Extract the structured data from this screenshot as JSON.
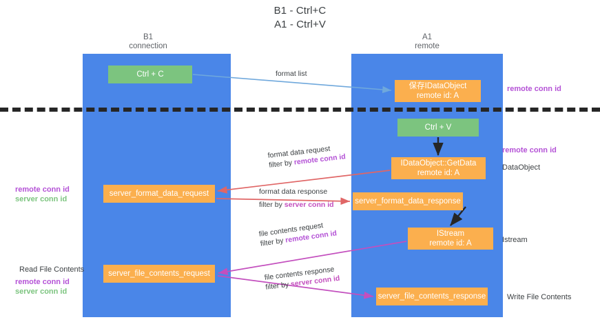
{
  "diagram": {
    "title_lines": [
      "B1 - Ctrl+C",
      "A1 - Ctrl+V"
    ],
    "columns": [
      {
        "id": "b1",
        "name": "B1",
        "role": "connection"
      },
      {
        "id": "a1",
        "name": "A1",
        "role": "remote"
      }
    ],
    "colors": {
      "lifeline_band": "#4a86e8",
      "node_green": "#7cc47f",
      "node_orange": "#fbaf4e",
      "remote_conn_id": "#b452d6",
      "server_conn_id": "#7cc47f",
      "arrow_format_list": "#6fa8dc",
      "arrow_format_data": "#e06666",
      "arrow_file_contents": "#c34fbe",
      "arrow_internal": "#262626",
      "divider": "#262626",
      "page_background": "#ffffff"
    },
    "nodes": [
      {
        "id": "ctrl_c",
        "column": "b1",
        "style": "green",
        "line1": "Ctrl + C",
        "line2": ""
      },
      {
        "id": "save_ido",
        "column": "a1",
        "style": "orange",
        "line1": "保存IDataObject",
        "line2": "remote id: A"
      },
      {
        "id": "ctrl_v",
        "column": "a1",
        "style": "green",
        "line1": "Ctrl + V",
        "line2": ""
      },
      {
        "id": "getdata",
        "column": "a1",
        "style": "orange",
        "line1": "IDataObject::GetData",
        "line2": "remote id: A"
      },
      {
        "id": "sfd_req",
        "column": "b1",
        "style": "orange",
        "line1": "server_format_data_request",
        "line2": ""
      },
      {
        "id": "sfd_res",
        "column": "a1",
        "style": "orange",
        "line1": "server_format_data_response",
        "line2": ""
      },
      {
        "id": "istream",
        "column": "a1",
        "style": "orange",
        "line1": "IStream",
        "line2": "remote id: A"
      },
      {
        "id": "sfc_req",
        "column": "b1",
        "style": "orange",
        "line1": "server_file_contents_request",
        "line2": ""
      },
      {
        "id": "sfc_res",
        "column": "a1",
        "style": "orange",
        "line1": "server_file_contents_response",
        "line2": ""
      }
    ],
    "edge_labels": [
      {
        "id": "format_list",
        "line1": "format list",
        "filter_prefix": "",
        "filter_key": "",
        "filter_key_kind": ""
      },
      {
        "id": "format_data_req",
        "line1": "format data request",
        "filter_prefix": "filter by ",
        "filter_key": "remote conn id",
        "filter_key_kind": "remote"
      },
      {
        "id": "format_data_res",
        "line1": "format data response",
        "filter_prefix": "filter by ",
        "filter_key": "server conn id",
        "filter_key_kind": "server"
      },
      {
        "id": "file_contents_req",
        "line1": "file contents request",
        "filter_prefix": "filter by ",
        "filter_key": "remote conn id",
        "filter_key_kind": "remote"
      },
      {
        "id": "file_contents_res",
        "line1": "file contents response",
        "filter_prefix": "filter by ",
        "filter_key": "server conn id",
        "filter_key_kind": "server"
      }
    ],
    "side_captions": {
      "right_remote_1": "remote conn id",
      "right_remote_2": "remote conn id",
      "right_dataobject": "DataObject",
      "right_istream": "Istream",
      "right_writefile": "Write File Contents",
      "left_remote": "remote conn id",
      "left_server": "server conn id",
      "left_readfile": "Read File Contents",
      "left_remote_2": "remote conn id",
      "left_server_2": "server conn id"
    }
  }
}
